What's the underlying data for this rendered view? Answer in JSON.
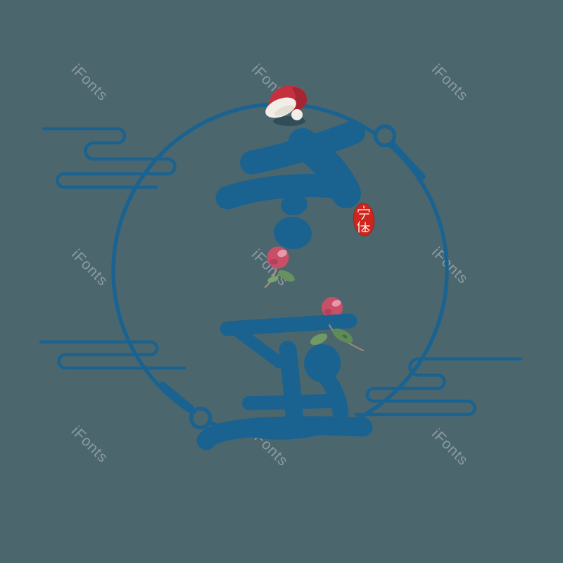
{
  "artwork": {
    "title": "冬至",
    "description": "Winter Solstice blue brush-lettering art with santa hat, berries, cloud scrolls and circle frame",
    "characters": [
      {
        "glyph": "冬",
        "name": "dong"
      },
      {
        "glyph": "至",
        "name": "zhi"
      }
    ],
    "seal": {
      "text": "字体"
    },
    "decorations": {
      "hat": "santa-hat",
      "berry_top": "pink-berry-with-leaf",
      "berry_middle": "pink-berry-with-leaves",
      "clouds": [
        "cloud-scroll-top-left",
        "cloud-scroll-bottom-left",
        "cloud-scroll-right"
      ],
      "frame": "open-circle-with-terminal-dots"
    },
    "colors": {
      "background": "#4c666d",
      "primary_blue": "#1a6391",
      "hat_red": "#c5303e",
      "hat_white": "#f2eee7",
      "seal_red": "#d0251c",
      "berry_pink": "#c94f68",
      "leaf_green": "#67925f",
      "watermark_gray": "#a3aeb6"
    }
  },
  "watermark": {
    "text": "iFonts"
  }
}
